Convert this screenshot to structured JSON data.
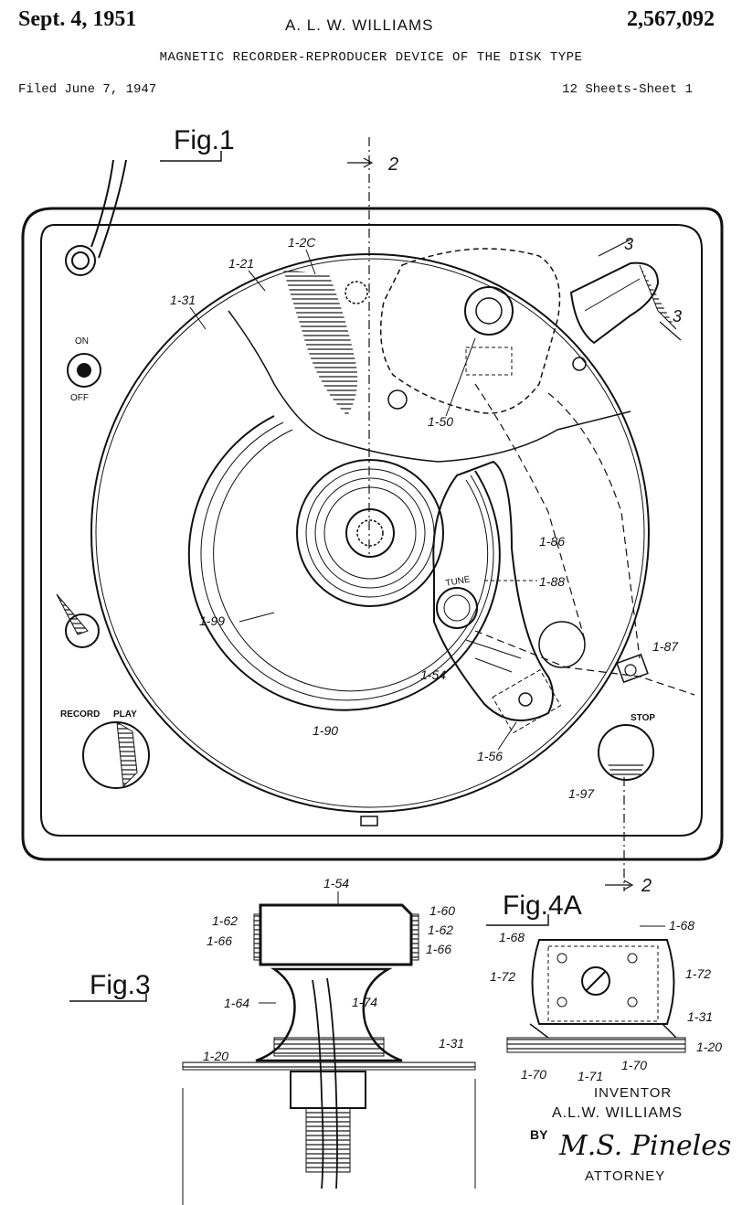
{
  "header": {
    "date": "Sept. 4, 1951",
    "inventor": "A. L. W. WILLIAMS",
    "patent_number": "2,567,092",
    "title": "MAGNETIC RECORDER-REPRODUCER DEVICE OF THE DISK TYPE",
    "filed": "Filed June 7, 1947",
    "sheets": "12 Sheets-Sheet 1"
  },
  "figures": {
    "fig1": "Fig.1",
    "fig3": "Fig.3",
    "fig4a": "Fig.4A"
  },
  "controls": {
    "on": "ON",
    "off": "OFF",
    "record": "RECORD",
    "play": "PLAY",
    "tune": "TUNE",
    "stop": "STOP"
  },
  "section_marks": {
    "top_2": "2",
    "bottom_2": "2",
    "right_3a": "3",
    "right_3b": "3"
  },
  "labels_fig1": {
    "l_1_20": "1-2C",
    "l_1_21": "1-21",
    "l_1_31": "1-31",
    "l_1_50": "1-50",
    "l_1_86": "1-86",
    "l_1_88": "1-88",
    "l_1_99": "1-99",
    "l_1_90": "1-90",
    "l_1_54": "1-54",
    "l_1_56": "1-56",
    "l_1_87": "1-87",
    "l_1_97": "1-97"
  },
  "labels_fig3": {
    "l_1_54": "1-54",
    "l_1_62a": "1-62",
    "l_1_66a": "1-66",
    "l_1_60": "1-60",
    "l_1_62b": "1-62",
    "l_1_66b": "1-66",
    "l_1_64": "1-64",
    "l_1_74": "1-74",
    "l_1_20": "1-20",
    "l_1_31": "1-31"
  },
  "labels_fig4a": {
    "l_1_68a": "1-68",
    "l_1_68b": "1-68",
    "l_1_72a": "1-72",
    "l_1_72b": "1-72",
    "l_1_31": "1-31",
    "l_1_20": "1-20",
    "l_1_70a": "1-70",
    "l_1_71": "1-71",
    "l_1_70b": "1-70"
  },
  "signature_block": {
    "inventor_label": "INVENTOR",
    "inventor_name": "A.L.W. WILLIAMS",
    "by": "BY",
    "signature": "M.S. Pineles",
    "attorney_label": "ATTORNEY"
  }
}
